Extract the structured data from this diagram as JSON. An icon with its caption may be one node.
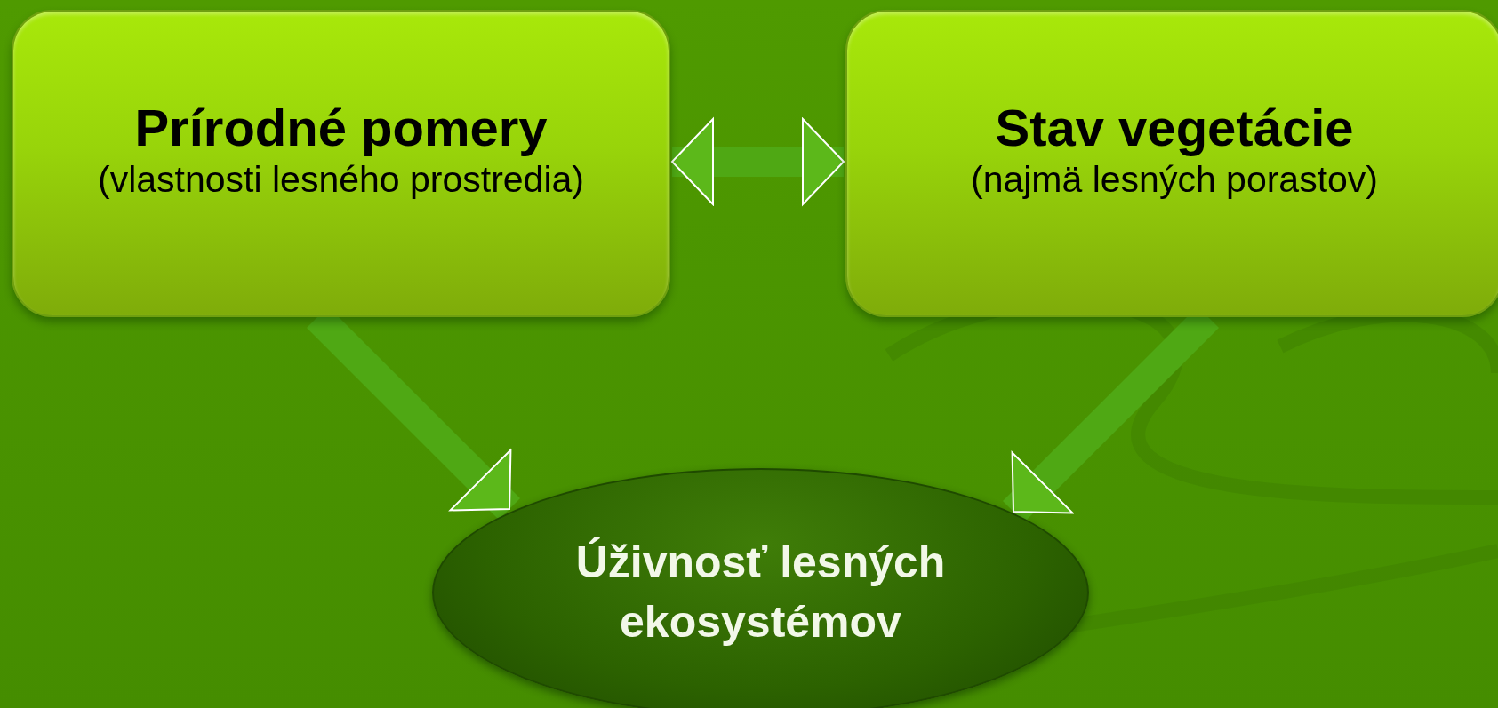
{
  "diagram": {
    "nodes": [
      {
        "text": [
          "Prírodné pomery",
          "(vlastnosti lesného prostredia)"
        ]
      },
      {
        "text": [
          "Stav vegetácie",
          "(najmä lesných porastov)"
        ]
      },
      {
        "text": [
          "Úživnosť lesných ekosystémov"
        ]
      }
    ],
    "edges": [
      {
        "from": 0,
        "to": 1,
        "arrow": "both"
      },
      {
        "from": 0,
        "to": 2,
        "arrow": "to"
      },
      {
        "from": 1,
        "to": 2,
        "arrow": "to"
      }
    ]
  }
}
